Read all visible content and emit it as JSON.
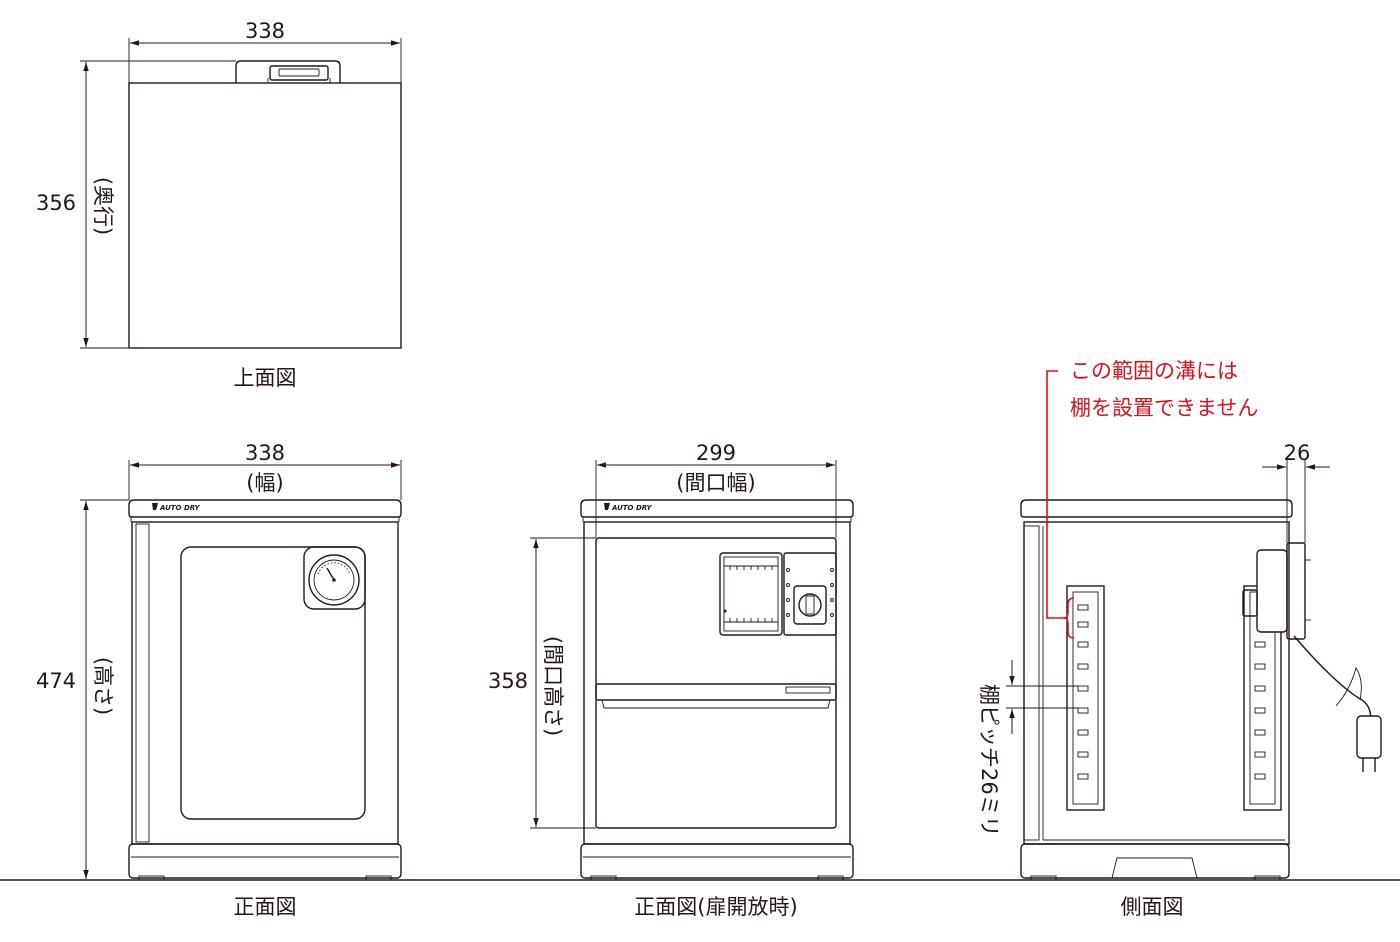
{
  "top_view": {
    "width": "338",
    "depth": "356",
    "depth_note": "(奥行)",
    "caption": "上面図"
  },
  "front_view": {
    "width": "338",
    "width_note": "(幅)",
    "height": "474",
    "height_note": "(高さ)",
    "brand": "AUTO DRY",
    "caption": "正面図"
  },
  "open_view": {
    "width": "299",
    "width_note": "(間口幅)",
    "height": "358",
    "height_note": "(間口高さ)",
    "brand": "AUTO DRY",
    "caption": "正面図(扉開放時)"
  },
  "side_view": {
    "note_line1": "この範囲の溝には",
    "note_line2": "棚を設置できません",
    "note_color": "#d7131d",
    "depth": "26",
    "shelf_pitch": "棚ピッチ26ミリ",
    "caption": "側面図"
  }
}
